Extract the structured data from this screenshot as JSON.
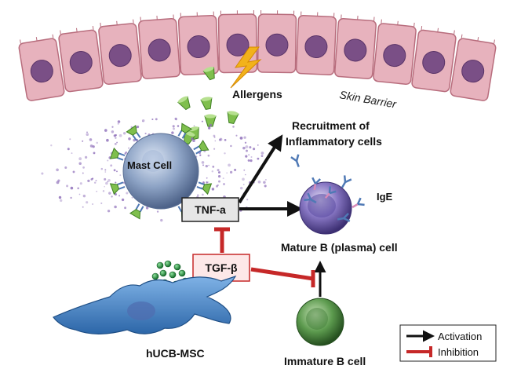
{
  "labels": {
    "allergens": "Allergens",
    "skin_barrier": "Skin Barrier",
    "mast_cell": "Mast Cell",
    "tnf": "TNF-a",
    "tgf": "TGF-β",
    "recruitment_line1": "Recruitment of",
    "recruitment_line2": "Inflammatory cells",
    "ige": "IgE",
    "mature_b": "Mature B (plasma) cell",
    "immature_b": "Immature B cell",
    "msc": "hUCB-MSC"
  },
  "legend": {
    "activation": "Activation",
    "inhibition": "Inhibition"
  },
  "colors": {
    "skin_cell_fill": "#e7b2bd",
    "skin_cell_border": "#b86d7d",
    "nucleus": "#7a4f86",
    "allergen_bolt": "#f2b21b",
    "allergen_cone": "#7fbf4d",
    "mast_cell": "#8da3c5",
    "tnf_box_fill": "#e6e6e6",
    "tgf_box_fill": "#fde8e8",
    "tgf_box_border": "#c62828",
    "activation_arrow": "#111111",
    "inhibition_line": "#c62828",
    "mature_b_cell": "#6b5ba8",
    "immature_b_cell": "#3f7a36",
    "msc_cell": "#4a86c4",
    "tgf_dots": "#1f8a3a",
    "antibody_blue": "#4f79b5",
    "antibody_pink": "#d88ab8"
  }
}
